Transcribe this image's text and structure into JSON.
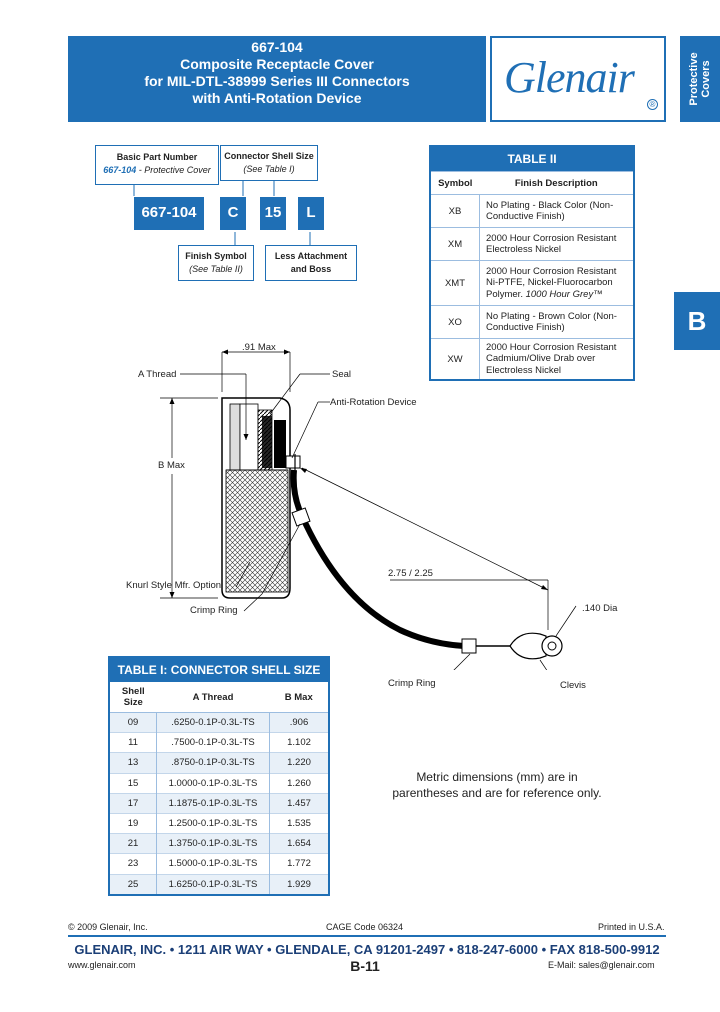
{
  "header": {
    "title_lines": [
      "667-104",
      "Composite Receptacle Cover",
      "for MIL-DTL-38999 Series III Connectors",
      "with Anti-Rotation Device"
    ],
    "logo": "Glenair",
    "logo_mark": "®",
    "side_tab": [
      "Protective",
      "Covers"
    ],
    "section_tab": "B"
  },
  "part_number": {
    "basic_label": "Basic Part Number",
    "basic_code": "667-104",
    "basic_desc": " - Protective Cover",
    "shell_label": "Connector Shell Size",
    "shell_see": "(See Table I)",
    "cells": [
      "667-104",
      "C",
      "15",
      "L"
    ],
    "finish_label": "Finish Symbol",
    "finish_see": "(See Table II)",
    "less_label": "Less Attachment and Boss"
  },
  "table2": {
    "title": "TABLE II",
    "headers": [
      "Symbol",
      "Finish Description"
    ],
    "rows": [
      {
        "symbol": "XB",
        "desc": "No Plating - Black Color (Non-Conductive Finish)",
        "desc_italic": ""
      },
      {
        "symbol": "XM",
        "desc": "2000 Hour Corrosion Resistant Electroless Nickel",
        "desc_italic": ""
      },
      {
        "symbol": "XMT",
        "desc": "2000 Hour Corrosion Resistant Ni-PTFE, Nickel-Fluorocarbon Polymer. ",
        "desc_italic": "1000 Hour Grey™"
      },
      {
        "symbol": "XO",
        "desc": "No Plating - Brown Color (Non-Conductive Finish)",
        "desc_italic": ""
      },
      {
        "symbol": "XW",
        "desc": "2000 Hour Corrosion Resistant Cadmium/Olive Drab over Electroless Nickel",
        "desc_italic": ""
      }
    ]
  },
  "drawing": {
    "dim_91": ".91 Max",
    "a_thread": "A Thread",
    "seal": "Seal",
    "anti_rotation": "Anti-Rotation Device",
    "b_max": "B Max",
    "knurl": "Knurl Style Mfr. Option",
    "crimp_ring_1": "Crimp Ring",
    "length": "2.75 / 2.25",
    "dia": ".140 Dia",
    "crimp_ring_2": "Crimp Ring",
    "clevis": "Clevis"
  },
  "table1": {
    "title": "TABLE I: CONNECTOR SHELL SIZE",
    "headers": [
      "Shell Size",
      "A Thread",
      "B Max"
    ],
    "rows": [
      [
        "09",
        ".6250-0.1P-0.3L-TS",
        ".906"
      ],
      [
        "11",
        ".7500-0.1P-0.3L-TS",
        "1.102"
      ],
      [
        "13",
        ".8750-0.1P-0.3L-TS",
        "1.220"
      ],
      [
        "15",
        "1.0000-0.1P-0.3L-TS",
        "1.260"
      ],
      [
        "17",
        "1.1875-0.1P-0.3L-TS",
        "1.457"
      ],
      [
        "19",
        "1.2500-0.1P-0.3L-TS",
        "1.535"
      ],
      [
        "21",
        "1.3750-0.1P-0.3L-TS",
        "1.654"
      ],
      [
        "23",
        "1.5000-0.1P-0.3L-TS",
        "1.772"
      ],
      [
        "25",
        "1.6250-0.1P-0.3L-TS",
        "1.929"
      ]
    ]
  },
  "note": "Metric dimensions (mm) are in parentheses and are for reference only.",
  "footer": {
    "copyright": "© 2009 Glenair, Inc.",
    "cage": "CAGE Code 06324",
    "printed": "Printed in U.S.A.",
    "address": "GLENAIR, INC. • 1211 AIR WAY • GLENDALE, CA 91201-2497 • 818-247-6000 • FAX 818-500-9912",
    "web": "www.glenair.com",
    "page": "B-11",
    "email": "E-Mail: sales@glenair.com"
  },
  "colors": {
    "brand_blue": "#1f6fb5"
  }
}
